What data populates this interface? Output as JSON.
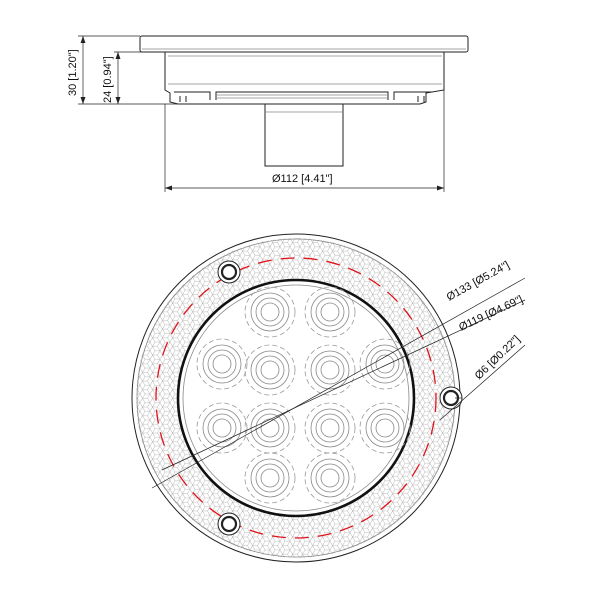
{
  "side_view": {
    "overall_height_label": "30 [1.20\"]",
    "body_height_label": "24 [0.94\"]",
    "body_diameter_label": "Ø112 [4.41\"]"
  },
  "front_view": {
    "outer_diameter_label": "Ø133 [Ø5.24\"]",
    "inner_diameter_label": "Ø119 [Ø4.69\"]",
    "hole_diameter_label": "Ø6 [Ø0.22\"]",
    "led_count": 12,
    "mounting_hole_count": 3
  },
  "colors": {
    "line": "#222222",
    "reflector_ring_marker": "#e0121a",
    "background": "#ffffff"
  }
}
